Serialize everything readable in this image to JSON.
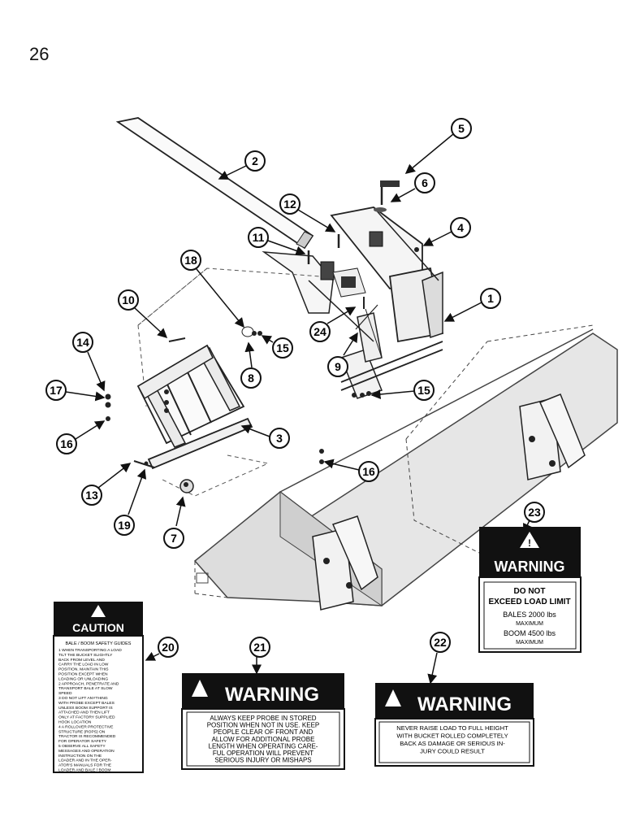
{
  "page_number": "26",
  "callouts": [
    "1",
    "2",
    "3",
    "4",
    "5",
    "6",
    "7",
    "8",
    "9",
    "10",
    "11",
    "12",
    "13",
    "14",
    "15",
    "15",
    "16",
    "16",
    "17",
    "18",
    "19",
    "20",
    "21",
    "22",
    "23",
    "24"
  ],
  "decal_23": {
    "header": "WARNING",
    "line1": "DO NOT",
    "line2": "EXCEED LOAD LIMIT",
    "line3": "BALES 2000 lbs",
    "line4": "MAXIMUM",
    "line5": "BOOM 4500 lbs",
    "line6": "MAXIMUM"
  },
  "decal_20": {
    "header": "CAUTION",
    "title": "BALE / BOOM SAFETY GUIDES",
    "items": [
      "1 WHEN TRANSPORTING A LOAD",
      "  TILT THE BUCKET SLIGHTLY",
      "  BACK FROM LEVEL AND",
      "  CARRY THE LOAD IN LOW",
      "  POSITION. MAINTAIN THIS",
      "  POSITION EXCEPT WHEN",
      "  LOADING OR UNLOADING",
      "2 APPROACH, PENETRATE AND",
      "  TRANSPORT BALE AT SLOW",
      "  SPEED",
      "3 DO NOT LIFT ANYTHING",
      "  WITH PROBE EXCEPT BALES",
      "  UNLESS BOOM SUPPORT IS",
      "  ATTACHED AND THEN LIFT",
      "  ONLY AT FACTORY SUPPLIED",
      "  HOOK LOCATION",
      "4 A ROLLOVER PROTECTIVE",
      "  STRUCTURE (ROPS) ON",
      "  TRACTOR IS RECOMMENDED",
      "  FOR OPERATOR SAFETY",
      "5 OBSERVE ALL SAFETY",
      "  MESSAGES AND OPERATION",
      "  INSTRUCTION ON THE",
      "  LOADER AND IN THE OPER-",
      "  ATOR'S MANUALS FOR THE",
      "  LOADER AND BALE / BOOM"
    ]
  },
  "decal_21": {
    "header": "WARNING",
    "lines": [
      "ALWAYS KEEP PROBE IN STORED",
      "POSITION WHEN NOT IN USE. KEEP",
      "PEOPLE CLEAR OF FRONT AND",
      "ALLOW FOR ADDITIONAL PROBE",
      "LENGTH WHEN OPERATING CARE-",
      "FUL OPERATION WILL PREVENT",
      "SERIOUS INJURY OR MISHAPS"
    ]
  },
  "decal_22": {
    "header": "WARNING",
    "lines": [
      "NEVER RAISE LOAD TO FULL HEIGHT",
      "WITH BUCKET ROLLED COMPLETELY",
      "BACK AS DAMAGE OR SERIOUS IN-",
      "JURY COULD RESULT"
    ]
  }
}
